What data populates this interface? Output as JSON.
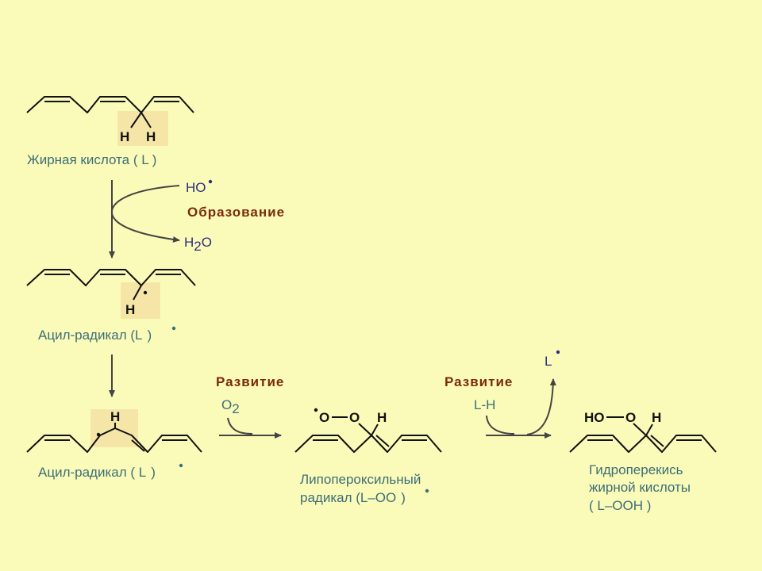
{
  "colors": {
    "background": "#fbfbb9",
    "label": "#3b6e78",
    "reaction": "#7a2a0c",
    "reagent": "#2e2c82",
    "bond": "#111111",
    "arrow": "#444444",
    "highlight": "#f5e6a8"
  },
  "labels": {
    "fatty_acid": "Жирная кислота ( L )",
    "acyl_radical_1": "Ацил-радикал (L",
    "acyl_radical_1_close": ")",
    "acyl_radical_2": "Ацил-радикал ( L",
    "acyl_radical_2_close": ")",
    "lipoperoxyl_line1": "Липопероксильный",
    "lipoperoxyl_line2": "радикал (L–OO",
    "lipoperoxyl_line2_close": ")",
    "hydroperoxide_line1": "Гидроперекись",
    "hydroperoxide_line2": "жирной кислоты",
    "hydroperoxide_line3": "( L–OOH )"
  },
  "reactions": {
    "formation": "Образование",
    "propagation_1": "Развитие",
    "propagation_2": "Развитие"
  },
  "reagents": {
    "hydroxyl": "HO",
    "water_h": "H",
    "water_sub": "2",
    "water_o": "O",
    "oxygen": "O",
    "oxygen_sub": "2",
    "lh": "L-H",
    "l_radical": "L"
  },
  "atoms": {
    "h": "H",
    "o": "O",
    "ho": "HO"
  }
}
